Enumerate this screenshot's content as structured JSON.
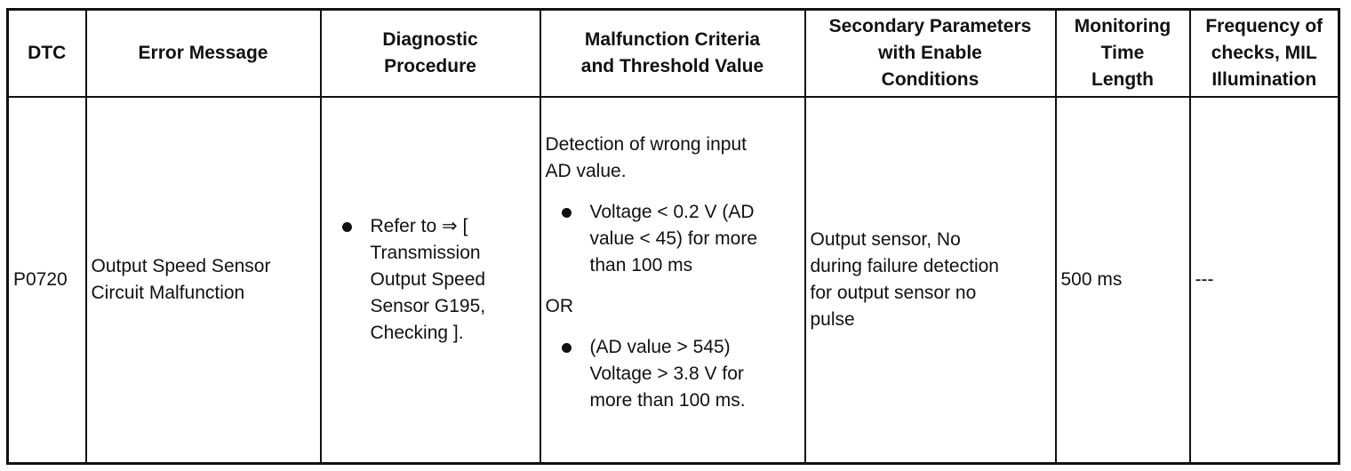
{
  "table": {
    "headers": {
      "dtc": "DTC",
      "error_message": "Error Message",
      "diagnostic_procedure_line1": "Diagnostic",
      "diagnostic_procedure_line2": "Procedure",
      "malfunction_line1": "Malfunction Criteria",
      "malfunction_line2": "and Threshold Value",
      "secondary_line1": "Secondary Parameters",
      "secondary_line2": "with Enable",
      "secondary_line3": "Conditions",
      "monitoring_line1": "Monitoring",
      "monitoring_line2": "Time",
      "monitoring_line3": "Length",
      "frequency_line1": "Frequency of",
      "frequency_line2": "checks, MIL",
      "frequency_line3": "Illumination"
    },
    "row": {
      "dtc": "P0720",
      "error_message_line1": "Output Speed Sensor",
      "error_message_line2": "Circuit Malfunction",
      "procedure": {
        "line1": "Refer to ⇒ [",
        "line2": "Transmission",
        "line3": "Output Speed",
        "line4": "Sensor G195,",
        "line5": "Checking ]."
      },
      "criteria": {
        "intro_line1": "Detection of wrong input",
        "intro_line2": "AD value.",
        "item1_line1": "Voltage < 0.2 V (AD",
        "item1_line2": "value < 45) for more",
        "item1_line3": "than 100 ms",
        "or": "OR",
        "item2_line1": "(AD value > 545)",
        "item2_line2": "Voltage > 3.8 V for",
        "item2_line3": "more than 100 ms."
      },
      "secondary": {
        "line1": "Output sensor, No",
        "line2": "during failure detection",
        "line3": "for output sensor no",
        "line4": "pulse"
      },
      "monitoring": "500 ms",
      "frequency": "---"
    }
  }
}
